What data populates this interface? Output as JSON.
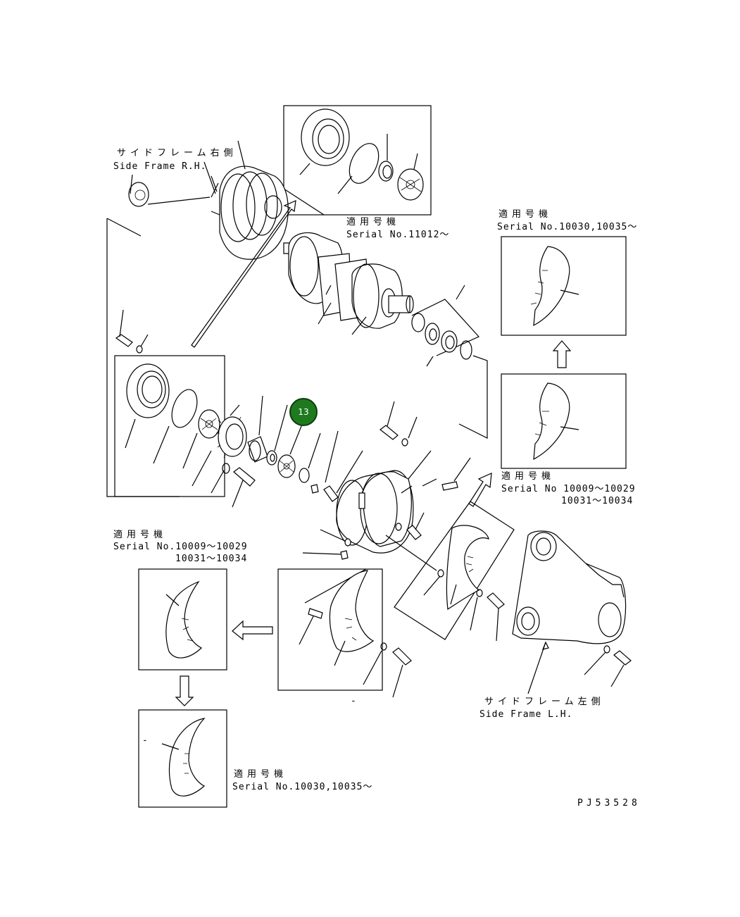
{
  "labels": {
    "side_frame_rh_jp": "サイドフレーム右側",
    "side_frame_rh_en": "Side Frame R.H.",
    "side_frame_lh_jp": "サイドフレーム左側",
    "side_frame_lh_en": "Side Frame L.H.",
    "applicable_jp": "適用号機",
    "serial_11012": "Serial No.11012～",
    "serial_10030_tr": "Serial No.10030,10035～",
    "serial_10009_r1": "Serial No 10009～10029",
    "serial_10031_r2": "10031～10034",
    "serial_10009_l1": "Serial No.10009～10029",
    "serial_10031_l2": "10031～10034",
    "serial_10030_bl": "Serial No.10030,10035～",
    "drawing_code": "PJ53528",
    "dash": "-"
  },
  "callouts": [
    {
      "number": "13",
      "color": "#1f7a1f"
    }
  ]
}
